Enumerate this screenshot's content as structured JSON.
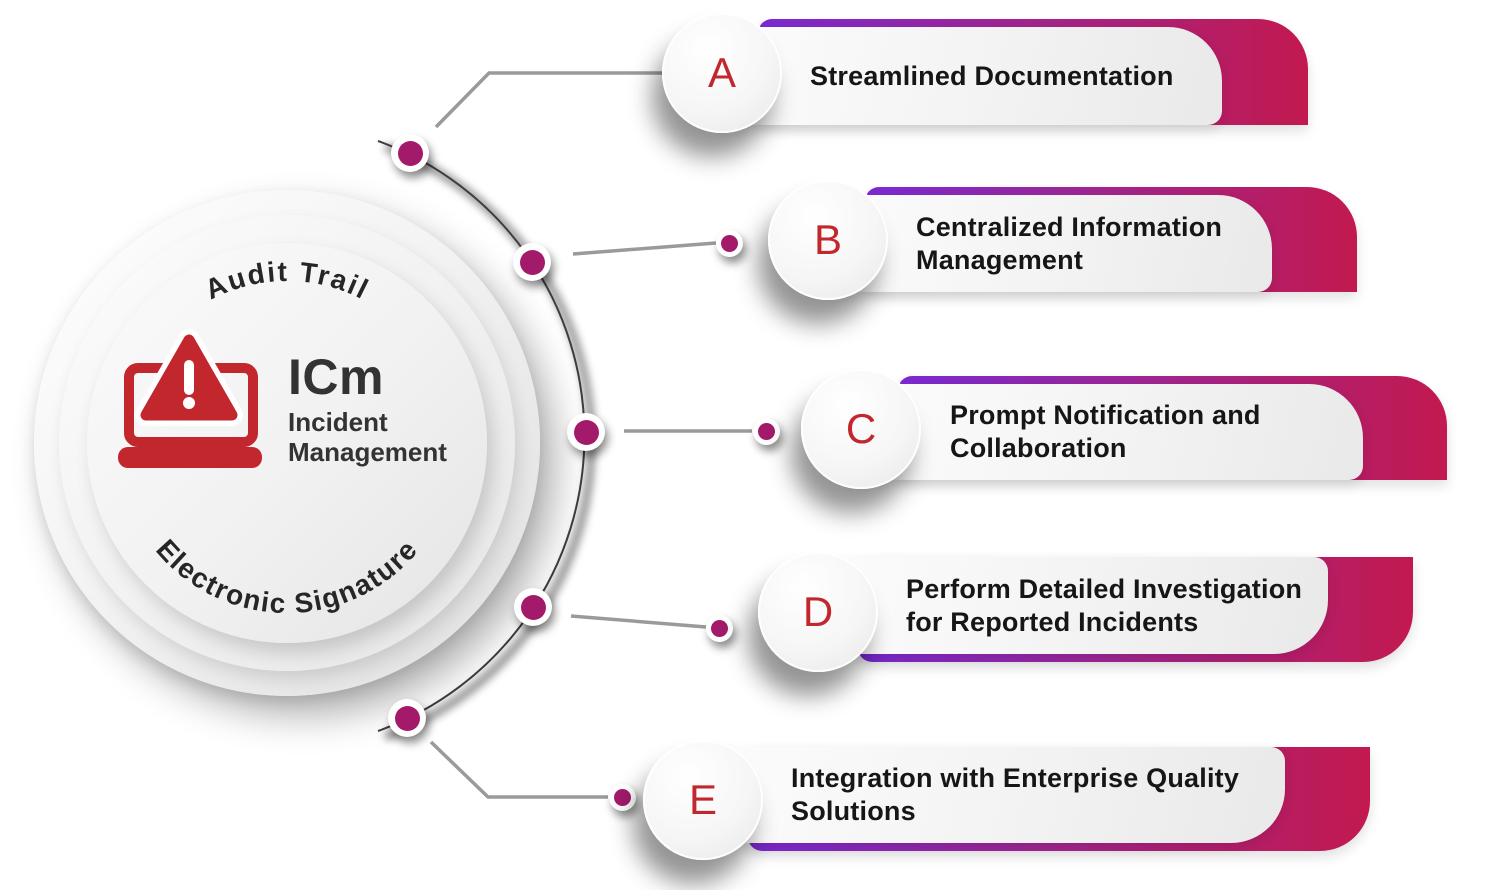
{
  "center": {
    "arc_text_top": "Audit Trail",
    "arc_text_bottom": "Electronic Signature",
    "abbr": "ICm",
    "name_line1": "Incident",
    "name_line2": "Management",
    "icon": "laptop-alert-icon"
  },
  "items": [
    {
      "letter": "A",
      "lines": [
        "Streamlined Documentation"
      ]
    },
    {
      "letter": "B",
      "lines": [
        "Centralized Information",
        "Management"
      ]
    },
    {
      "letter": "C",
      "lines": [
        "Prompt Notification and",
        "Collaboration"
      ]
    },
    {
      "letter": "D",
      "lines": [
        "Perform Detailed Investigation",
        "for Reported Incidents"
      ]
    },
    {
      "letter": "E",
      "lines": [
        "Integration with Enterprise Quality",
        "Solutions"
      ]
    }
  ],
  "colors": {
    "accent_red": "#C1272D",
    "gradient_purple": "#7A2AD2",
    "gradient_magenta": "#A0258E",
    "gradient_crimson": "#C2194F",
    "dot_magenta": "#A31A6B",
    "label_text": "#161616",
    "center_text": "#333335",
    "connector_gray": "#9A9A9A"
  }
}
